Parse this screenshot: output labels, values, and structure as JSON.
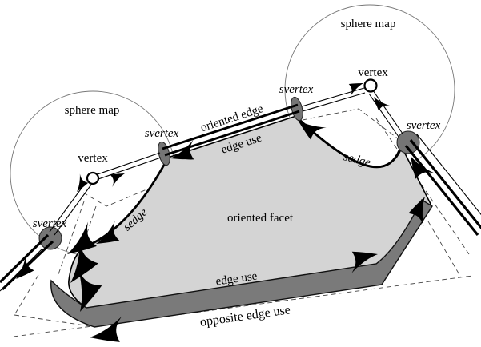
{
  "labels": {
    "sphere_map_left": "sphere map",
    "sphere_map_right": "sphere map",
    "vertex_left": "vertex",
    "vertex_right": "vertex",
    "svertex_left_upper": "svertex",
    "svertex_left_lower": "svertex",
    "svertex_right_upper": "svertex",
    "svertex_right_lower": "svertex",
    "oriented_edge": "oriented edge",
    "edge_use_top": "edge use",
    "sedge_left": "sedge",
    "sedge_right": "sedge",
    "oriented_facet": "oriented facet",
    "edge_use_bottom": "edge use",
    "opposite_edge_use": "opposite edge use"
  },
  "colors": {
    "background": "#ffffff",
    "facet_fill": "#d4d4d4",
    "edge_use_band_fill": "#7a7a7a",
    "svertex_fill": "#757575",
    "line": "#000000",
    "sphere_outline": "#777777"
  }
}
